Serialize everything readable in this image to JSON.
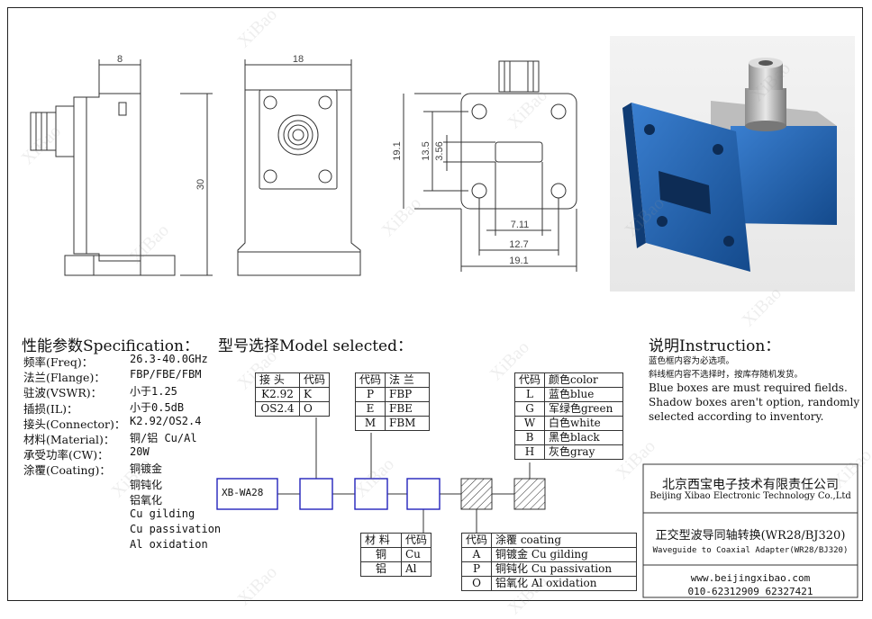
{
  "drawing": {
    "dim_side_width": "8",
    "dim_side_height": "30",
    "dim_front_width": "18",
    "dim_back_vertical": [
      "19.1",
      "13.5",
      "3.56"
    ],
    "dim_back_horizontal": [
      "7.11",
      "12.7",
      "19.1"
    ]
  },
  "watermark": "XiBao",
  "spec": {
    "title": "性能参数Specification：",
    "rows": [
      {
        "label": "频率(Freq)：",
        "value": "26.3-40.0GHz"
      },
      {
        "label": "法兰(Flange)：",
        "value": "FBP/FBE/FBM"
      },
      {
        "label": "驻波(VSWR)：",
        "value": "小于1.25"
      },
      {
        "label": "插损(IL)：",
        "value": "小于0.5dB"
      },
      {
        "label": "接头(Connector)：",
        "value": "K2.92/OS2.4"
      },
      {
        "label": "材料(Material)：",
        "value": "铜/铝 Cu/Al"
      },
      {
        "label": "承受功率(CW)：",
        "value": "20W"
      },
      {
        "label": "涂覆(Coating)：",
        "value": "铜镀金"
      }
    ],
    "coating_extra": [
      "铜钝化",
      "铝氧化",
      "Cu gilding",
      "Cu passivation",
      "Al oxidation"
    ]
  },
  "model": {
    "title": "型号选择Model selected：",
    "prefix": "XB-WA28",
    "connector_table": {
      "headers": [
        "接 头",
        "代码"
      ],
      "rows": [
        [
          "K2.92",
          "K"
        ],
        [
          "OS2.4",
          "O"
        ]
      ]
    },
    "flange_table": {
      "headers": [
        "代码",
        "法 兰"
      ],
      "rows": [
        [
          "P",
          "FBP"
        ],
        [
          "E",
          "FBE"
        ],
        [
          "M",
          "FBM"
        ]
      ]
    },
    "color_table": {
      "headers": [
        "代码",
        "颜色color"
      ],
      "rows": [
        [
          "L",
          "蓝色blue"
        ],
        [
          "G",
          "军绿色green"
        ],
        [
          "W",
          "白色white"
        ],
        [
          "B",
          "黑色black"
        ],
        [
          "H",
          "灰色gray"
        ]
      ]
    },
    "material_table": {
      "headers": [
        "材 料",
        "代码"
      ],
      "rows": [
        [
          "铜",
          "Cu"
        ],
        [
          "铝",
          "Al"
        ]
      ]
    },
    "coating_table": {
      "headers": [
        "代码",
        "涂覆 coating"
      ],
      "rows": [
        [
          "A",
          "铜镀金 Cu gilding"
        ],
        [
          "P",
          "铜钝化 Cu passivation"
        ],
        [
          "O",
          "铝氧化 Al oxidation"
        ]
      ]
    }
  },
  "instruction": {
    "title": "说明Instruction：",
    "cn1": "蓝色框内容为必选项。",
    "cn2": "斜线框内容不选择时，按库存随机发货。",
    "en1": "Blue boxes are must required fields.",
    "en2": "Shadow boxes aren't option, randomly",
    "en3": "selected according to inventory."
  },
  "company": {
    "name_cn": "北京西宝电子技术有限责任公司",
    "name_en": "Beijing Xibao Electronic Technology Co.,Ltd",
    "product_cn": "正交型波导同轴转换(WR28/BJ320)",
    "product_en": "Waveguide to Coaxial Adapter(WR28/BJ320)",
    "website": "www.beijingxibao.com",
    "phone": "010-62312909  62327421"
  },
  "colors": {
    "blue_box": "#2222bb",
    "product_blue": "#1f5fa8"
  }
}
